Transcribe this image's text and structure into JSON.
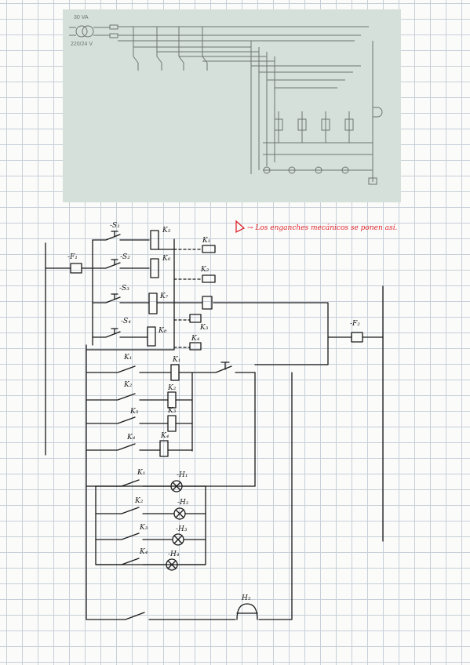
{
  "photo": {
    "transformer_power": "30 VA",
    "transformer_voltage": "220/24 V"
  },
  "note": {
    "text": "→ Los enganches mecánicos se ponen así.",
    "color": "#e0242b"
  },
  "labels": {
    "F1": "-F₁",
    "F2": "-F₂",
    "S1": "-S₁",
    "S2": "-S₂",
    "S3": "-S₃",
    "S4": "-S₄",
    "K1": "K₁",
    "K2": "K₂",
    "K3": "K₃",
    "K4": "K₄",
    "K5": "K₅",
    "K6": "K₆",
    "K7": "K₇",
    "K8": "K₈",
    "H1": "-H₁",
    "H2": "-H₂",
    "H3": "-H₃",
    "H4": "-H₄",
    "H5": "H₅"
  },
  "colors": {
    "ink": "#1a1a1a",
    "grid": "#c7cfd8",
    "photo_background": "#d4e0d9",
    "accent_red": "#e0242b"
  }
}
